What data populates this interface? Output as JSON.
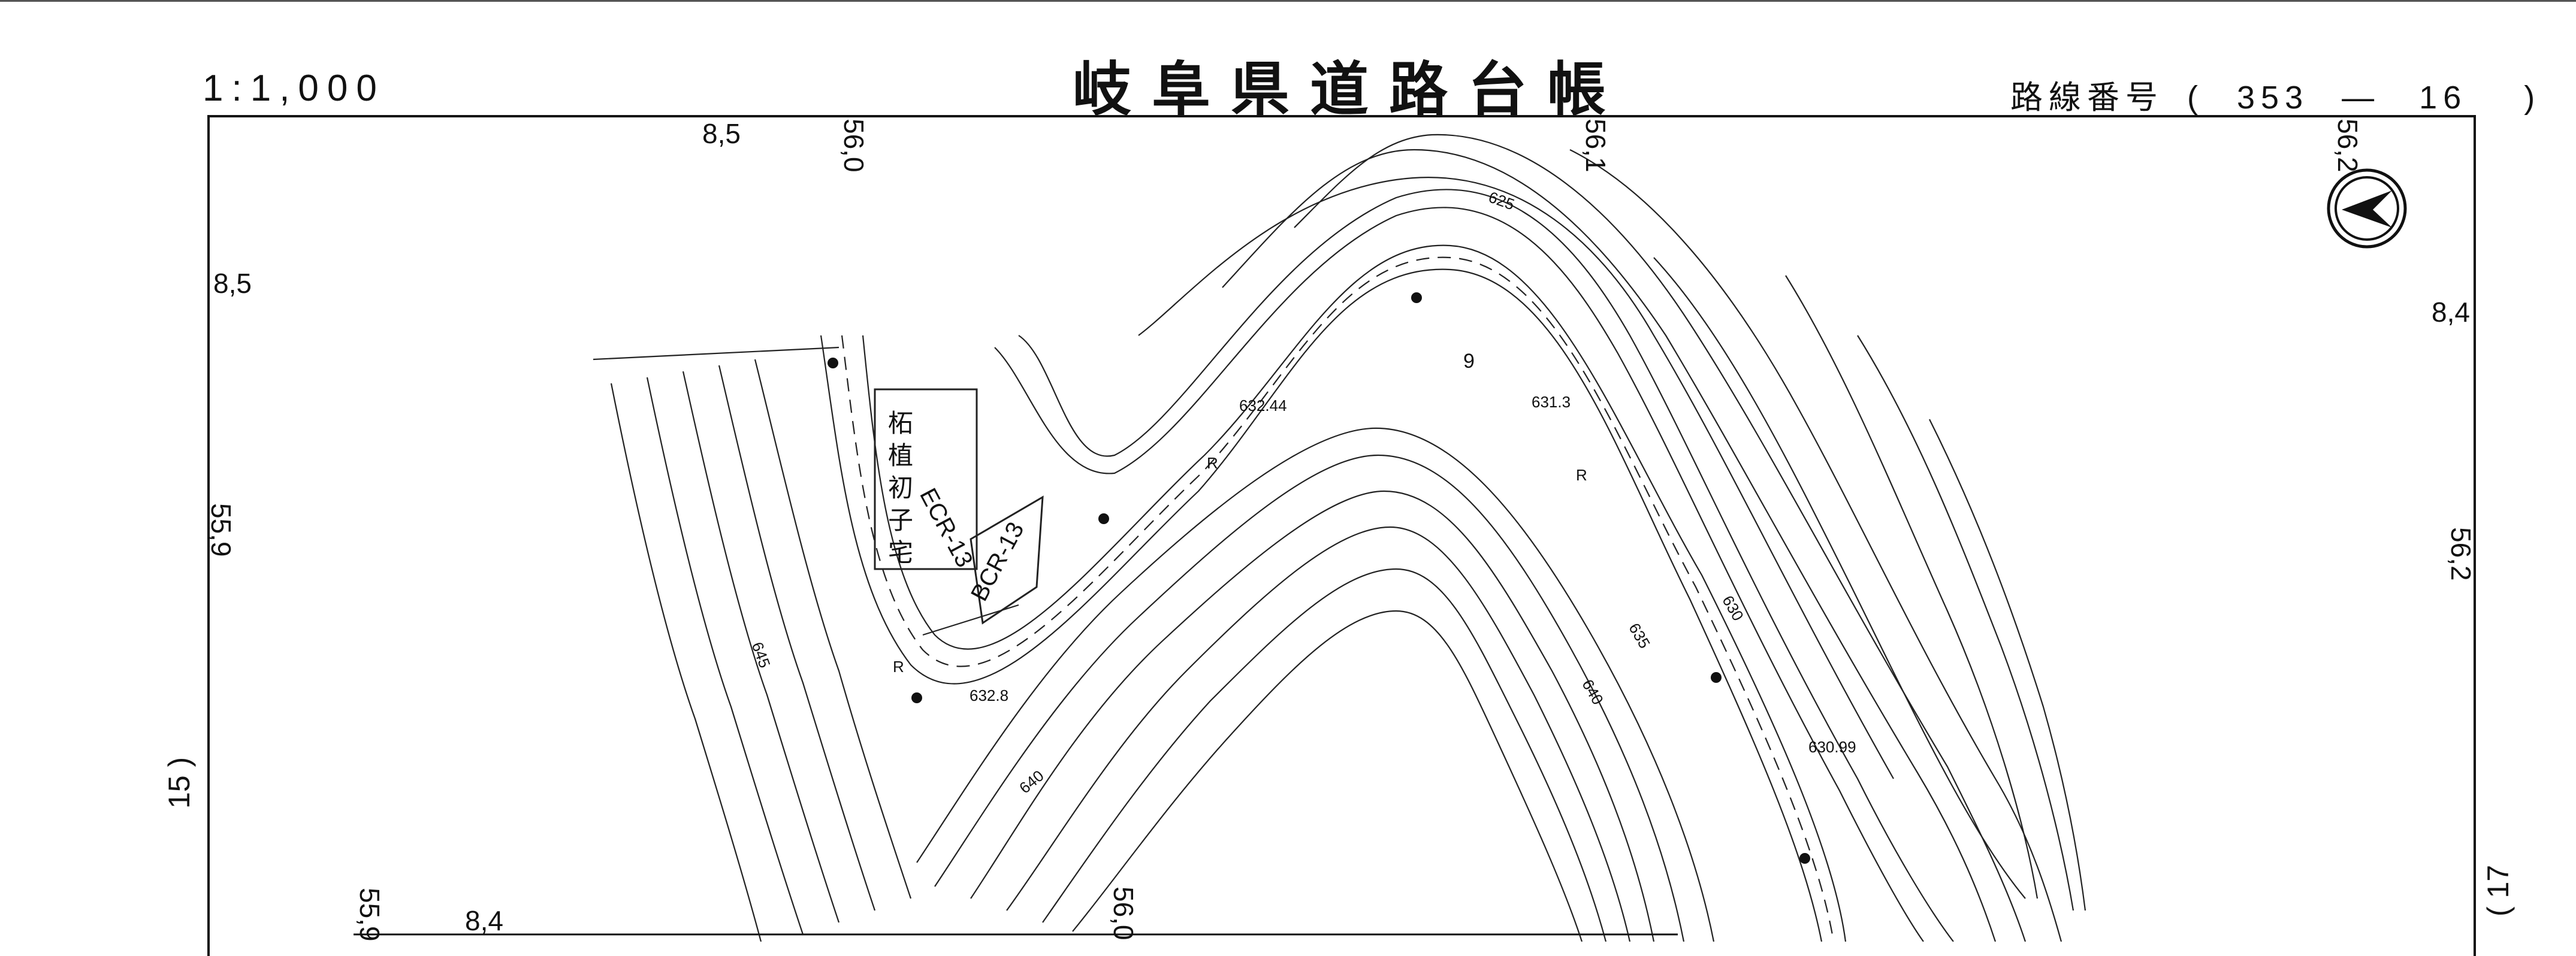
{
  "header": {
    "title": "岐阜県道路台帳",
    "scale": "1:1,000",
    "route_label": "路線番号",
    "route_open": "(",
    "route_number": "353",
    "route_dash": "—",
    "route_sheet": "16",
    "route_close": ")"
  },
  "edge_labels": {
    "top_left_8_5": "8,5",
    "top_56_0": "56,0",
    "top_56_1": "56,1",
    "top_56_2": "56,2",
    "left_8_5": "8,5",
    "left_55_9": "55,9",
    "right_8_4": "8,4",
    "right_56_2": "56,2",
    "bottom_55_9": "55,9",
    "bottom_8_4": "8,4",
    "bottom_56_0": "56,0"
  },
  "page_refs": {
    "previous": "15 )",
    "next": "( 17"
  },
  "map_features": {
    "house_name": "柘植初子宅",
    "bcr": "BCR-13",
    "ecr": "ECR-13",
    "elevations": [
      "632.44",
      "631.3",
      "630.99",
      "632.8"
    ],
    "contours": [
      "625",
      "630",
      "635",
      "640",
      "645"
    ],
    "road_markers": [
      "R",
      "R",
      "R",
      "9"
    ]
  },
  "compass": {
    "icon": "north-arrow-icon"
  }
}
